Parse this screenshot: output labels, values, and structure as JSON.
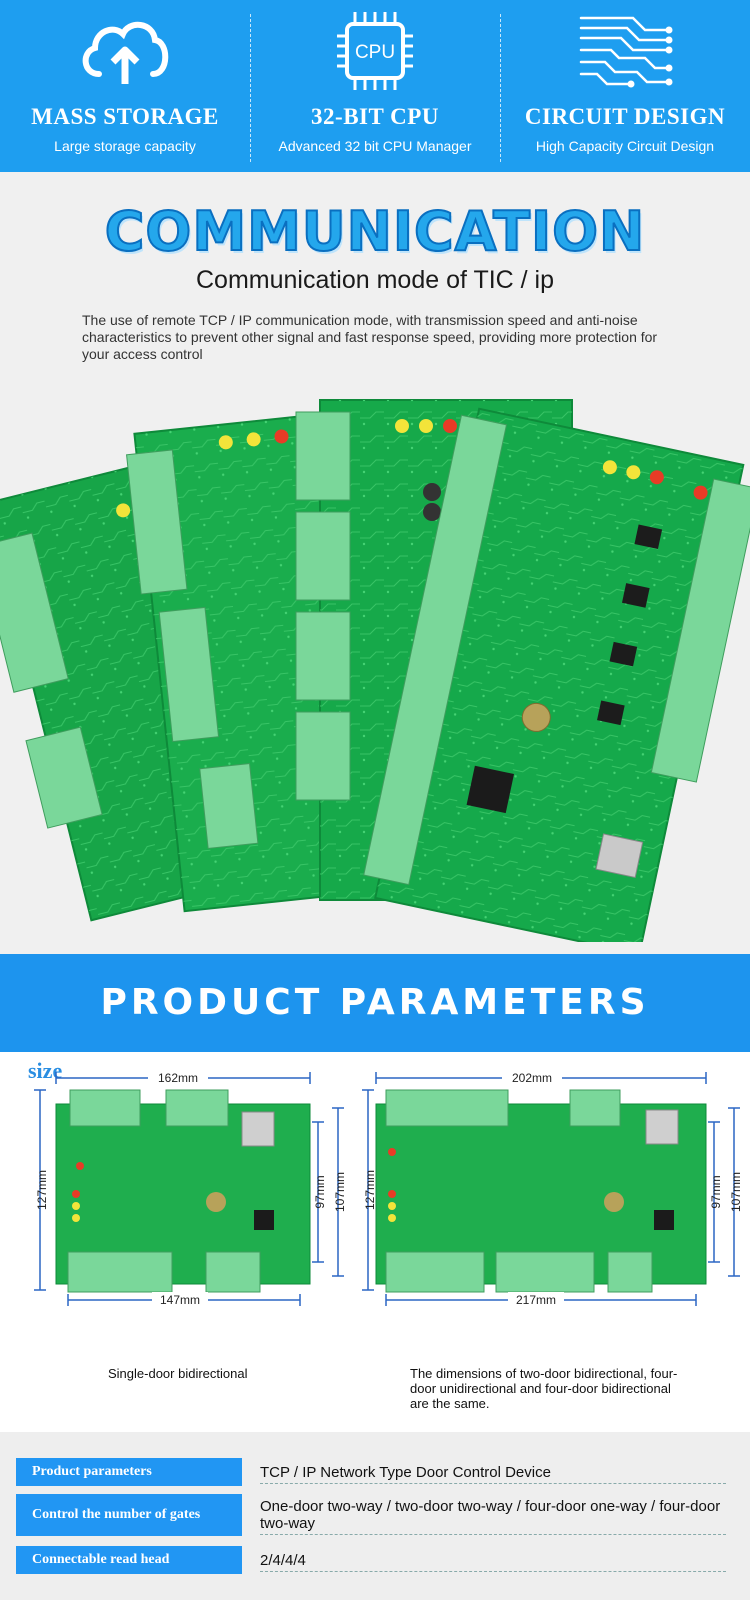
{
  "features": [
    {
      "icon": "cloud-upload-icon",
      "title": "MASS STORAGE",
      "subtitle": "Large storage capacity"
    },
    {
      "icon": "cpu-chip-icon",
      "icon_text": "CPU",
      "title": "32-BIT CPU",
      "subtitle": "Advanced 32 bit CPU Manager"
    },
    {
      "icon": "circuit-traces-icon",
      "title": "CIRCUIT DESIGN",
      "subtitle": "High Capacity Circuit Design"
    }
  ],
  "communication": {
    "title": "COMMUNICATION",
    "subtitle": "Communication mode of TIC / ip",
    "description": "The use of remote TCP / IP communication mode, with transmission speed and anti-noise characteristics to prevent other signal and fast response speed, providing more protection for your access control"
  },
  "parameters_banner": {
    "title": "PRODUCT PARAMETERS"
  },
  "size": {
    "label": "size",
    "single": {
      "width_top": "162mm",
      "width_bottom": "147mm",
      "height_left": "127mm",
      "height_right_inner": "97mm",
      "height_right_outer": "107mm",
      "caption": "Single-door bidirectional"
    },
    "multi": {
      "width_top": "202mm",
      "width_bottom": "217mm",
      "height_left": "127mm",
      "height_right_inner": "97mm",
      "height_right_outer": "107mm",
      "caption": "The dimensions of two-door bidirectional, four-door unidirectional and four-door bidirectional are the same."
    }
  },
  "parameters": [
    {
      "label": "Product parameters",
      "value": "TCP / IP Network Type Door Control Device"
    },
    {
      "label": "Control the number of gates",
      "value": "One-door two-way / two-door two-way / four-door one-way / four-door two-way"
    },
    {
      "label": "Connectable read head",
      "value": "2/4/4/4"
    }
  ],
  "colors": {
    "banner_blue": "#1e9ef0",
    "pcb_green": "#1fae4e",
    "terminal_green": "#66cc88",
    "label_blue": "#2196f3"
  }
}
